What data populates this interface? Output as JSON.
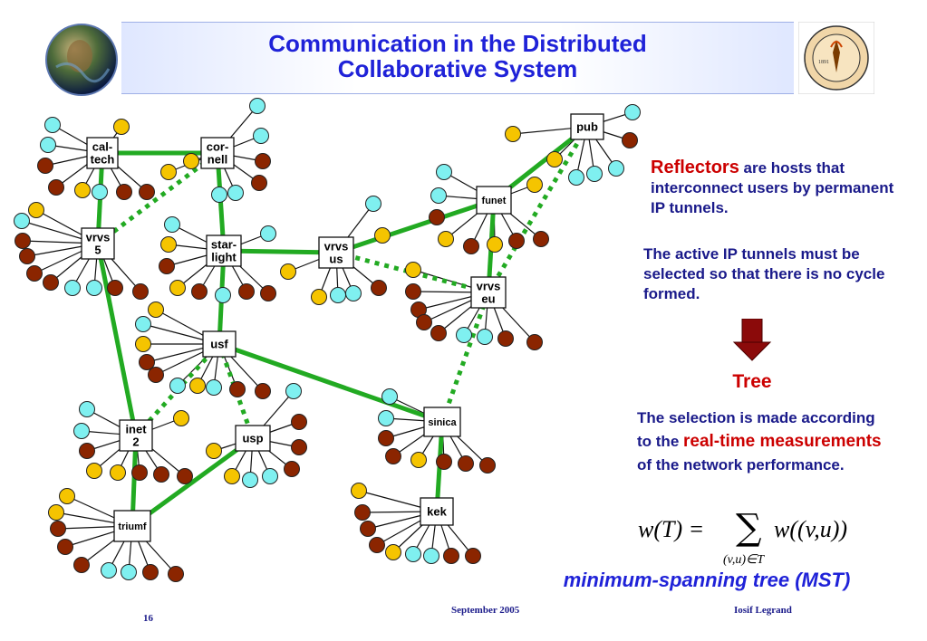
{
  "title": {
    "line1": "Communication in the Distributed",
    "line2": "Collaborative System"
  },
  "logos": {
    "left": "globe-mona-lisa-logo",
    "right": "caltech-seal-logo",
    "right_year": "1891"
  },
  "colors": {
    "tunnel_active": "#22aa22",
    "tunnel_inactive": "#22aa22",
    "node_cyan": "#7ff0f0",
    "node_yellow": "#f5c400",
    "node_brown": "#8b2500",
    "title": "#1f22d8",
    "accent_red": "#cc0000"
  },
  "nodes": {
    "caltech": "cal-\ntech",
    "cornell": "cor-\nnell",
    "vrvs5": "vrvs\n5",
    "starlight": "star-\nlight",
    "vrvsus": "vrvs\nus",
    "pub": "pub",
    "funet": "funet",
    "vrvseu": "vrvs\neu",
    "usf": "usf",
    "inet2": "inet\n2",
    "usp": "usp",
    "sinica": "sinica",
    "triumf": "triumf",
    "kek": "kek"
  },
  "text": {
    "reflectors_word": "Reflectors",
    "reflectors_rest": " are hosts that interconnect users by permanent IP tunnels.",
    "active_tunnels": "The active IP tunnels must be selected so that there is no cycle formed.",
    "tree": "Tree",
    "selection_pre": "The selection is made according to the ",
    "selection_red": "real-time measurements",
    "selection_post": " of the network performance.",
    "mst": "minimum-spanning tree (MST)"
  },
  "formula": {
    "lhs": "w(T) =",
    "sum": "∑",
    "rhs": "w((v,u))",
    "sub": "(v,u)∈T"
  },
  "footer": {
    "page": "16",
    "date": "September   2005",
    "author": "Iosif Legrand"
  }
}
